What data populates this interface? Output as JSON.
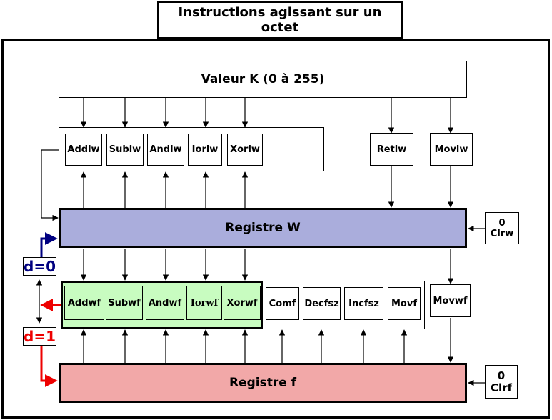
{
  "title": "Instructions agissant sur un octet",
  "valeur": "Valeur K (0 à 255)",
  "top_group": [
    "Addlw",
    "Sublw",
    "Andlw",
    "Iorlw",
    "Xorlw"
  ],
  "retlw": "Retlw",
  "movlw": "Movlw",
  "register_w": "Registre W",
  "clrw": {
    "zero": "0",
    "label": "Clrw"
  },
  "green_group": [
    "Addwf",
    "Subwf",
    "Andwf",
    "Iorwf",
    "Xorwf"
  ],
  "white_group": [
    "Comf",
    "Decfsz",
    "Incfsz",
    "Movf"
  ],
  "movwf": "Movwf",
  "register_f": "Registre f",
  "clrf": {
    "zero": "0",
    "label": "Clrf"
  },
  "d0": "d=0",
  "d1": "d=1",
  "colors": {
    "register_w": "#aaaddc",
    "register_f": "#f2a8a8",
    "green": "#c8fcc0",
    "d0": "#000080",
    "d1": "#ee0000"
  }
}
